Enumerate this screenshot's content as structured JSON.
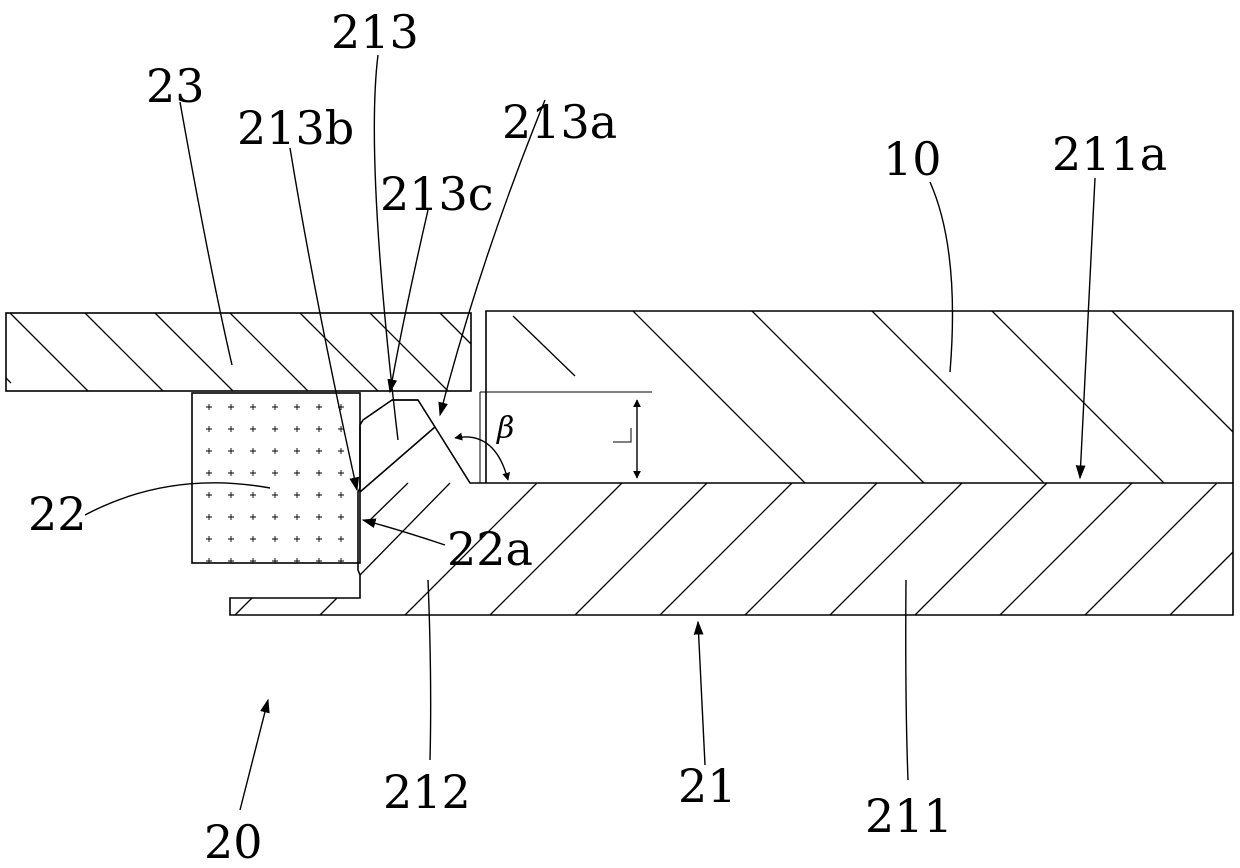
{
  "labels": {
    "l10": "10",
    "l20": "20",
    "l21": "21",
    "l22": "22",
    "l22a": "22a",
    "l23": "23",
    "l211": "211",
    "l211a": "211a",
    "l212": "212",
    "l213": "213",
    "l213a": "213a",
    "l213b": "213b",
    "l213c": "213c",
    "beta": "β"
  }
}
